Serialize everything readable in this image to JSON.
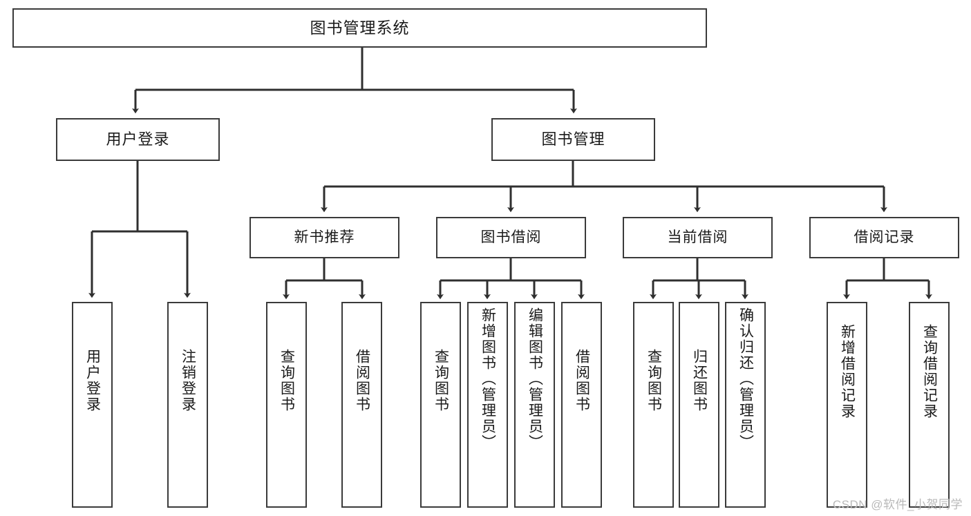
{
  "diagram": {
    "type": "tree-hierarchy-chart",
    "title": "图书管理系统",
    "watermark": "CSDN @软件_小贺同学",
    "colors": {
      "box_border": "#3a3a3a",
      "box_fill": "#ffffff",
      "connector": "#2f2f2f",
      "text": "#1a1a1a",
      "watermark": "#b9b9b9",
      "background": "#ffffff"
    },
    "root": {
      "id": "root",
      "label": "图书管理系统"
    },
    "level2": [
      {
        "id": "n-user-login",
        "label": "用户登录"
      },
      {
        "id": "n-book-manage",
        "label": "图书管理"
      }
    ],
    "level3": [
      {
        "id": "n-new-book-rec",
        "label": "新书推荐"
      },
      {
        "id": "n-book-borrow",
        "label": "图书借阅"
      },
      {
        "id": "n-current-borrow",
        "label": "当前借阅"
      },
      {
        "id": "n-borrow-record",
        "label": "借阅记录"
      }
    ],
    "leaves": [
      {
        "id": "leaf-user-login",
        "label": "用户登录",
        "parent": "n-user-login"
      },
      {
        "id": "leaf-logout-login",
        "label": "注销登录",
        "parent": "n-user-login"
      },
      {
        "id": "leaf-query-book-1",
        "label": "查询图书",
        "parent": "n-new-book-rec"
      },
      {
        "id": "leaf-borrow-book-1",
        "label": "借阅图书",
        "parent": "n-new-book-rec"
      },
      {
        "id": "leaf-query-book-2",
        "label": "查询图书",
        "parent": "n-book-borrow"
      },
      {
        "id": "leaf-add-book",
        "label": "新增图书（管理员）",
        "parent": "n-book-borrow"
      },
      {
        "id": "leaf-edit-book",
        "label": "编辑图书（管理员）",
        "parent": "n-book-borrow"
      },
      {
        "id": "leaf-borrow-book-2",
        "label": "借阅图书",
        "parent": "n-book-borrow"
      },
      {
        "id": "leaf-query-book-3",
        "label": "查询图书",
        "parent": "n-current-borrow"
      },
      {
        "id": "leaf-return-book",
        "label": "归还图书",
        "parent": "n-current-borrow"
      },
      {
        "id": "leaf-confirm-return",
        "label": "确认归还（管理员）",
        "parent": "n-current-borrow"
      },
      {
        "id": "leaf-add-record",
        "label": "新增借阅记录",
        "parent": "n-borrow-record"
      },
      {
        "id": "leaf-query-record",
        "label": "查询借阅记录",
        "parent": "n-borrow-record"
      }
    ]
  }
}
